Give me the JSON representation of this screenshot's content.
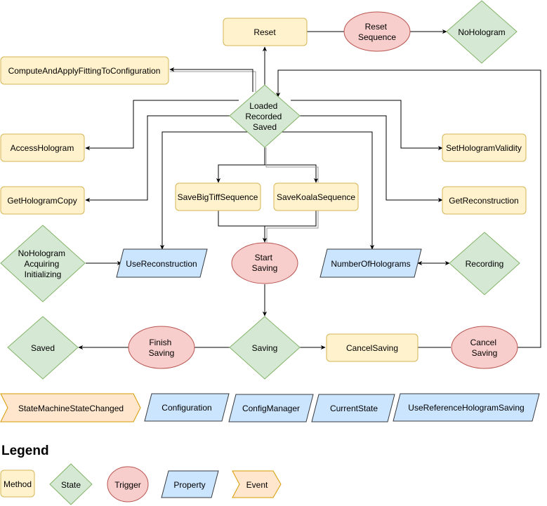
{
  "nodes": {
    "reset": "Reset",
    "reset_sequence": [
      "Reset",
      "Sequence"
    ],
    "no_hologram": "NoHologram",
    "compute_fitting": "ComputeAndApplyFittingToConfiguration",
    "loaded_recorded_saved": [
      "Loaded",
      "Recorded",
      "Saved"
    ],
    "access_hologram": "AccessHologram",
    "set_hologram_validity": "SetHologramValidity",
    "get_hologram_copy": "GetHologramCopy",
    "save_bigtiff_sequence": "SaveBigTiffSequence",
    "save_koala_sequence": "SaveKoalaSequence",
    "get_reconstruction": "GetReconstruction",
    "nohologram_acquiring_initializing": [
      "NoHologram",
      "Acquiring",
      "Initializing"
    ],
    "use_reconstruction": "UseReconstruction",
    "start_saving": [
      "Start",
      "Saving"
    ],
    "number_of_holograms": "NumberOfHolograms",
    "recording": "Recording",
    "saved": "Saved",
    "finish_saving": [
      "Finish",
      "Saving"
    ],
    "saving": "Saving",
    "cancel_saving_method": "CancelSaving",
    "cancel_saving_trigger": [
      "Cancel",
      "Saving"
    ],
    "state_machine_state_changed": "StateMachineStateChanged",
    "configuration": "Configuration",
    "config_manager": "ConfigManager",
    "current_state": "CurrentState",
    "use_reference_hologram_saving": "UseReferenceHologramSaving"
  },
  "legend": {
    "title": "Legend",
    "method": "Method",
    "state": "State",
    "trigger": "Trigger",
    "property": "Property",
    "event": "Event"
  },
  "colors": {
    "method_fill": "#fff2cc",
    "method_stroke": "#d6b656",
    "state_fill": "#d5e8d4",
    "state_stroke": "#82b366",
    "trigger_fill": "#f8cecc",
    "trigger_stroke": "#b85450",
    "property_fill": "#cce5ff",
    "property_stroke": "#36393d",
    "event_fill": "#ffe6cc",
    "event_stroke": "#d79b00"
  }
}
